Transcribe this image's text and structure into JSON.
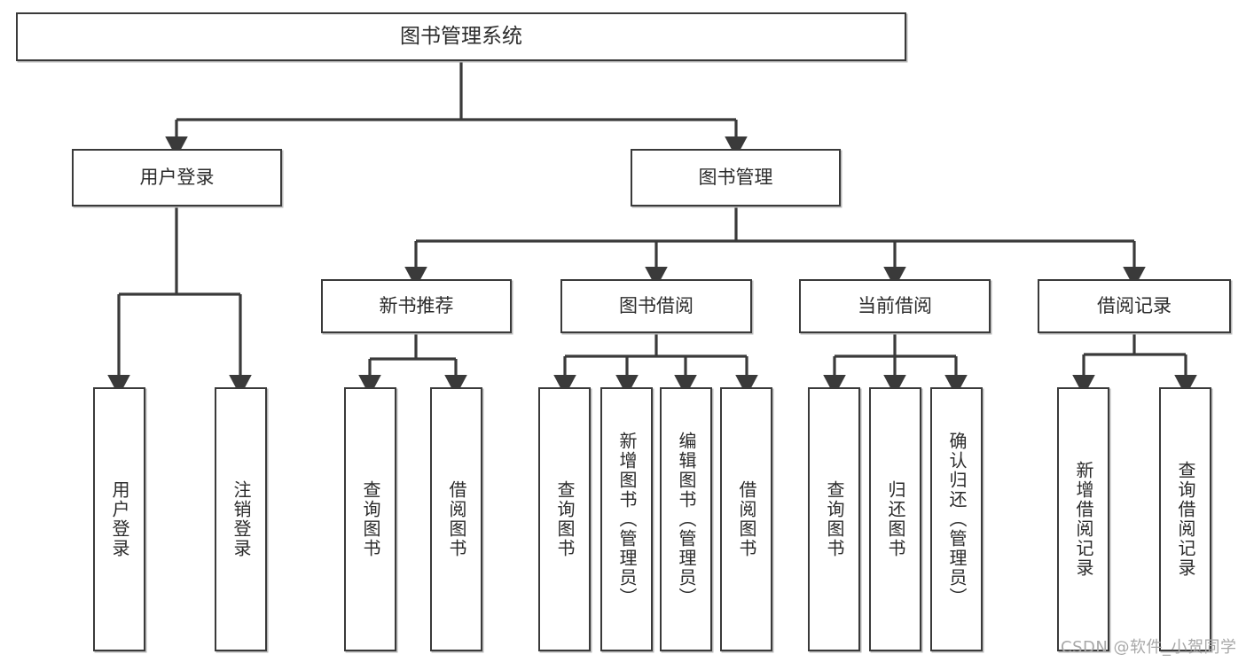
{
  "diagram": {
    "title": "图书管理系统",
    "type": "hierarchy-tree",
    "watermark": "CSDN @软件_小贺同学",
    "colors": {
      "box_border": "#3a3a3a",
      "box_fill": "#ffffff",
      "connector": "#3a3a3a",
      "text": "#2b2b2b",
      "watermark": "#a8a8a8"
    },
    "nodes": {
      "root": {
        "label": "图书管理系统",
        "level": 1
      },
      "user_login": {
        "label": "用户登录",
        "level": 2
      },
      "book_manage": {
        "label": "图书管理",
        "level": 2
      },
      "new_book_rec": {
        "label": "新书推荐",
        "level": 3
      },
      "book_borrow": {
        "label": "图书借阅",
        "level": 3
      },
      "current_borrow": {
        "label": "当前借阅",
        "level": 3
      },
      "borrow_record": {
        "label": "借阅记录",
        "level": 3
      },
      "leaf_user_login": {
        "label": "用户登录",
        "level": 4
      },
      "leaf_logout": {
        "label": "注销登录",
        "level": 4
      },
      "leaf_query_book_1": {
        "label": "查询图书",
        "level": 4
      },
      "leaf_borrow_book_1": {
        "label": "借阅图书",
        "level": 4
      },
      "leaf_query_book_2": {
        "label": "查询图书",
        "level": 4
      },
      "leaf_add_book": {
        "label": "新增图书（管理员）",
        "level": 4
      },
      "leaf_edit_book": {
        "label": "编辑图书（管理员）",
        "level": 4
      },
      "leaf_borrow_book_2": {
        "label": "借阅图书",
        "level": 4
      },
      "leaf_query_book_3": {
        "label": "查询图书",
        "level": 4
      },
      "leaf_return_book": {
        "label": "归还图书",
        "level": 4
      },
      "leaf_confirm_return": {
        "label": "确认归还（管理员）",
        "level": 4
      },
      "leaf_add_record": {
        "label": "新增借阅记录",
        "level": 4
      },
      "leaf_query_record": {
        "label": "查询借阅记录",
        "level": 4
      }
    },
    "tree": [
      {
        "label": "图书管理系统",
        "children": [
          {
            "label": "用户登录",
            "children": [
              {
                "label": "用户登录"
              },
              {
                "label": "注销登录"
              }
            ]
          },
          {
            "label": "图书管理",
            "children": [
              {
                "label": "新书推荐",
                "children": [
                  {
                    "label": "查询图书"
                  },
                  {
                    "label": "借阅图书"
                  }
                ]
              },
              {
                "label": "图书借阅",
                "children": [
                  {
                    "label": "查询图书"
                  },
                  {
                    "label": "新增图书（管理员）"
                  },
                  {
                    "label": "编辑图书（管理员）"
                  },
                  {
                    "label": "借阅图书"
                  }
                ]
              },
              {
                "label": "当前借阅",
                "children": [
                  {
                    "label": "查询图书"
                  },
                  {
                    "label": "归还图书"
                  },
                  {
                    "label": "确认归还（管理员）"
                  }
                ]
              },
              {
                "label": "借阅记录",
                "children": [
                  {
                    "label": "新增借阅记录"
                  },
                  {
                    "label": "查询借阅记录"
                  }
                ]
              }
            ]
          }
        ]
      }
    ]
  }
}
